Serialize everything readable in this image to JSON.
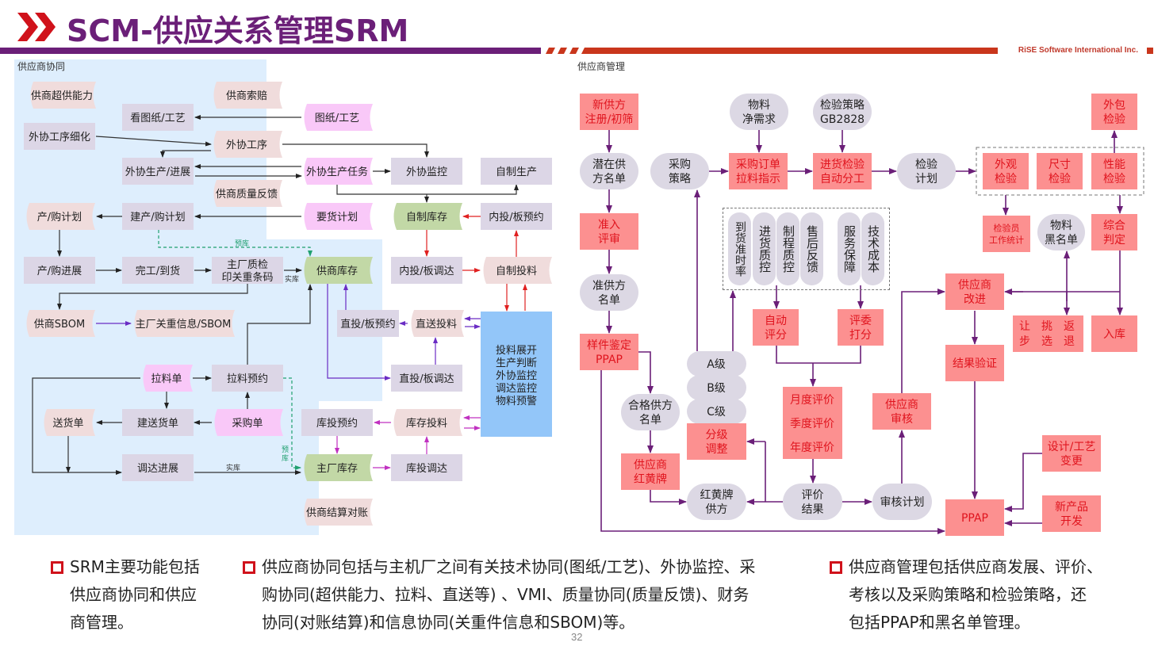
{
  "header": {
    "title": "SCM-供应关系管理SRM",
    "company": "RiSE Software International Inc.",
    "colors": {
      "title": "#6b1f78",
      "chevron": "#d0121b",
      "bar_purple": "#6b1f78",
      "bar_red": "#c9361c"
    }
  },
  "left_panel": {
    "label": "供应商协同",
    "nodes": {
      "over_supply": "供商超供能力",
      "claim": "供商索赔",
      "view_drawing": "看图纸/工艺",
      "drawing": "图纸/工艺",
      "outsource_detail": "外协工序细化",
      "outsource_proc": "外协工序",
      "outsource_progress": "外协生产/进展",
      "outsource_task": "外协生产任务",
      "outsource_monitor": "外协监控",
      "self_produce": "自制生产",
      "quality_feedback": "供商质量反馈",
      "prod_plan": "产/购计划",
      "build_plan": "建产/购计划",
      "demand_plan": "要货计划",
      "self_stock": "自制库存",
      "inner_reserve": "内投/板预约",
      "prod_progress": "产/购进展",
      "finish_arrive": "完工/到货",
      "qc_line1": "主厂质检",
      "qc_line2": "印关重条码",
      "supplier_stock": "供商库存",
      "inner_dispatch": "内投/板调达",
      "self_feed": "自制投料",
      "supplier_sbom": "供商SBOM",
      "main_sbom": "主厂关重信息/SBOM",
      "direct_reserve": "直投/板预约",
      "direct_feed": "直送投料",
      "big_box": [
        "投料展开",
        "生产判断",
        "外协监控",
        "调达监控",
        "物料预警"
      ],
      "pick_list": "拉料单",
      "pick_reserve": "拉料预约",
      "direct_dispatch": "直投/板调达",
      "delivery_note": "送货单",
      "build_delivery": "建送货单",
      "purchase_order": "采购单",
      "stock_reserve": "库投预约",
      "stock_feed": "库存投料",
      "dispatch_progress": "调达进展",
      "main_stock": "主厂库存",
      "stock_dispatch": "库投调达",
      "settlement": "供商结算对账"
    },
    "edge_labels": {
      "pre_stock": "预库",
      "real_stock": "实库",
      "pre_stock_v": [
        "预",
        "库"
      ],
      "real_stock_2": "实库"
    }
  },
  "right_panel": {
    "label": "供应商管理",
    "nodes": {
      "new_supplier": [
        "新供方",
        "注册/初筛"
      ],
      "material_need": [
        "物料",
        "净需求"
      ],
      "inspect_strategy": [
        "检验策略",
        "GB2828"
      ],
      "outsource_inspect": [
        "外包",
        "检验"
      ],
      "potential": [
        "潜在供",
        "方名单"
      ],
      "purchase_strategy": [
        "采购",
        "策略"
      ],
      "po": [
        "采购订单",
        "拉料指示"
      ],
      "incoming_inspect": [
        "进货检验",
        "自动分工"
      ],
      "inspect_plan": [
        "检验",
        "计划"
      ],
      "appearance": [
        "外观",
        "检验"
      ],
      "dimension": [
        "尺寸",
        "检验"
      ],
      "performance": [
        "性能",
        "检验"
      ],
      "admission": [
        "准入",
        "评审"
      ],
      "criteria": [
        "到货准时率",
        "进货质控",
        "制程质控",
        "售后反馈",
        "服务保障",
        "技术成本"
      ],
      "inspector_stats": [
        "检验员",
        "工作统计"
      ],
      "blacklist": [
        "物料",
        "黑名单"
      ],
      "judgement": [
        "综合",
        "判定"
      ],
      "pre_list": [
        "准供方",
        "名单"
      ],
      "supplier_improve": [
        "供应商",
        "改进"
      ],
      "auto_score": [
        "自动",
        "评分"
      ],
      "jury_score": [
        "评委",
        "打分"
      ],
      "concession": [
        "让",
        "步"
      ],
      "picking": [
        "挑",
        "选"
      ],
      "return": [
        "返",
        "退"
      ],
      "warehousing": "入库",
      "sample_ppap": [
        "样件鉴定",
        "PPAP"
      ],
      "grade_a": "A级",
      "grade_b": "B级",
      "grade_c": "C级",
      "result_verify": "结果验证",
      "evaluations": [
        "月度评价",
        "季度评价",
        "年度评价"
      ],
      "qualified": [
        "合格供方",
        "名单"
      ],
      "supplier_audit": [
        "供应商",
        "审核"
      ],
      "grade_adjust": [
        "分级",
        "调整"
      ],
      "design_change": [
        "设计/工艺",
        "变更"
      ],
      "red_yellow": [
        "供应商",
        "红黄牌"
      ],
      "red_yellow_supplier": [
        "红黄牌",
        "供方"
      ],
      "eval_result": [
        "评价",
        "结果"
      ],
      "audit_plan": "审核计划",
      "new_product": [
        "新产品",
        "开发"
      ],
      "ppap": "PPAP"
    }
  },
  "bullets": [
    {
      "text": [
        "SRM主要功能包括",
        "供应商协同和供应",
        "商管理。"
      ]
    },
    {
      "text": [
        "供应商协同包括与主机厂之间有关技术协同(图纸/工艺)、外协监控、采",
        "购协同(超供能力、拉料、直送等) 、VMI、质量协同(质量反馈)、财务",
        "协同(对账结算)和信息协同(关重件信息和SBOM)等。"
      ]
    },
    {
      "text": [
        "供应商管理包括供应商发展、评价、",
        "考核以及采购策略和检验策略，还",
        "包括PPAP和黑名单管理。"
      ]
    }
  ],
  "page_number": "32"
}
